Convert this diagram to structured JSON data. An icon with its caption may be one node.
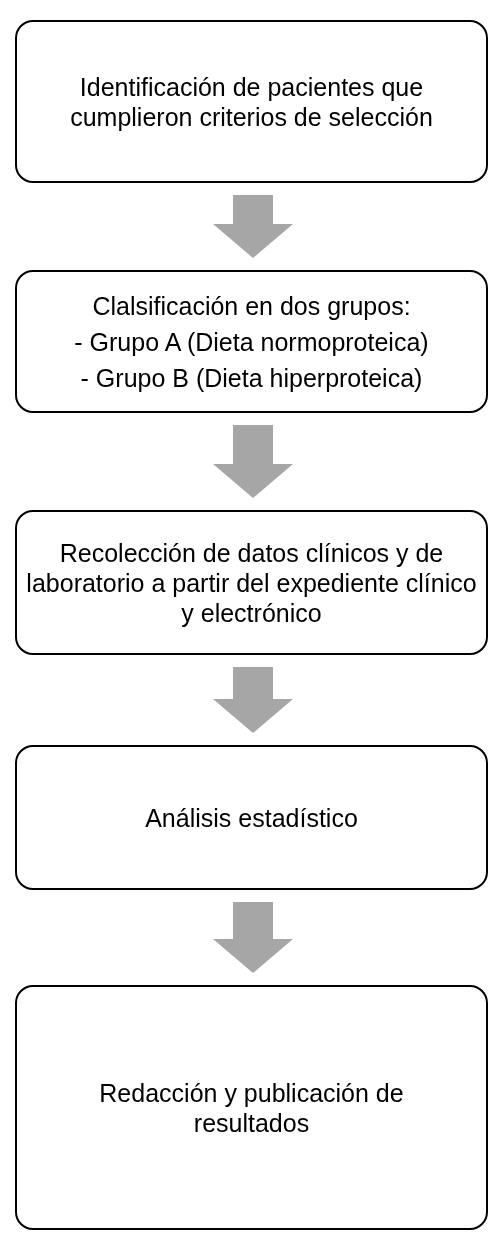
{
  "diagram": {
    "nodes": [
      {
        "text": [
          "Identificación de pacientes que cumplieron criterios de selección"
        ]
      },
      {
        "text": [
          "Clalsificación en dos grupos:",
          "- Grupo A (Dieta normoproteica)",
          "- Grupo B (Dieta hiperproteica)"
        ]
      },
      {
        "text": [
          "Recolección de datos clínicos y de laboratorio a partir del expediente clínico y electrónico"
        ]
      },
      {
        "text": [
          "Análisis estadístico"
        ]
      },
      {
        "text": [
          "Redacción y publicación de resultados"
        ]
      }
    ],
    "edges": [
      {
        "from": 0,
        "to": 1,
        "arrow": "to"
      },
      {
        "from": 1,
        "to": 2,
        "arrow": "to"
      },
      {
        "from": 2,
        "to": 3,
        "arrow": "to"
      },
      {
        "from": 3,
        "to": 4,
        "arrow": "to"
      }
    ]
  }
}
